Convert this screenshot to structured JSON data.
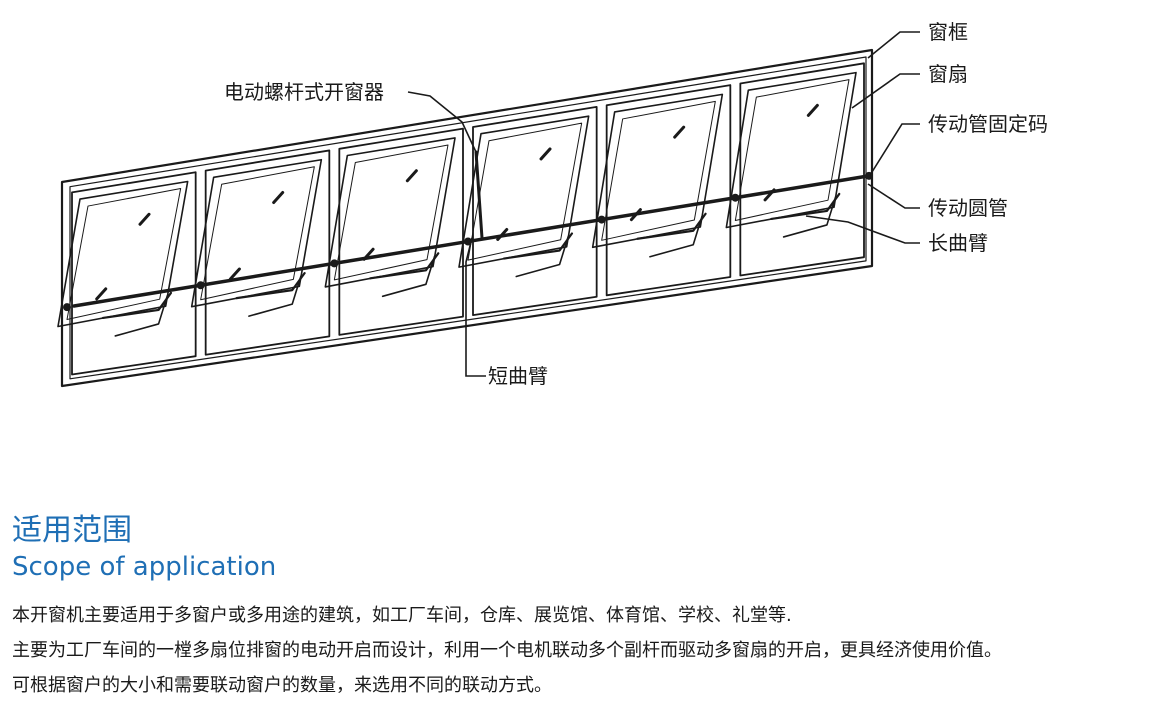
{
  "diagram": {
    "labels": {
      "frame": "窗框",
      "sash": "窗扇",
      "tube_clamp": "传动管固定码",
      "tube": "传动圆管",
      "long_arm": "长曲臂",
      "opener": "电动螺杆式开窗器",
      "short_arm": "短曲臂"
    }
  },
  "section": {
    "title_cn": "适用范围",
    "title_en": "Scope of application",
    "paragraphs": [
      "本开窗机主要适用于多窗户或多用途的建筑，如工厂车间，仓库、展览馆、体育馆、学校、礼堂等.",
      "主要为工厂车间的一樘多扇位排窗的电动开启而设计，利用一个电机联动多个副杆而驱动多窗扇的开启，更具经济使用价值。",
      "可根据窗户的大小和需要联动窗户的数量，来选用不同的联动方式。"
    ]
  }
}
